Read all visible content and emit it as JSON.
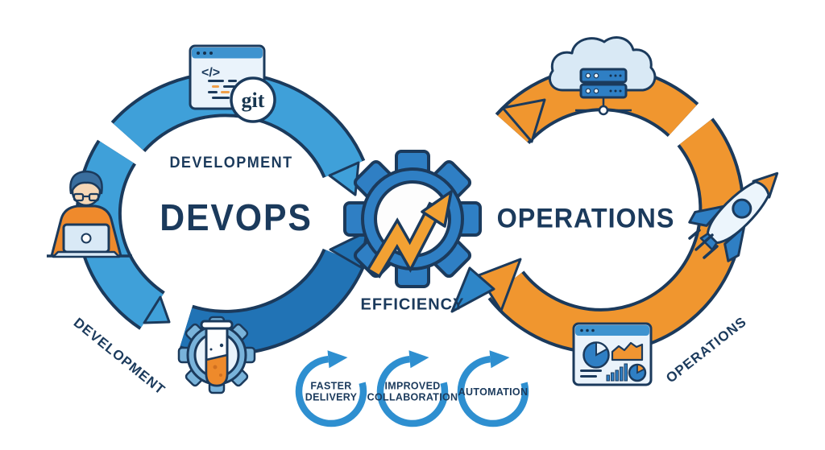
{
  "left_loop": {
    "top_label": "DEVELOPMENT",
    "center_label": "DEVOPS",
    "side_label": "DEVELOPMENT"
  },
  "right_loop": {
    "center_label": "OPERATIONS",
    "side_label": "OPERATIONS"
  },
  "hub": {
    "label": "EFFICIENCY"
  },
  "icons": {
    "git_badge": "git",
    "code_tag": "</>"
  },
  "benefits": [
    {
      "line1": "FASTER",
      "line2": "DELIVERY"
    },
    {
      "line1": "IMPROVED",
      "line2": "COLLABORATION"
    },
    {
      "line1": "AUTOMATION",
      "line2": ""
    }
  ],
  "colors": {
    "light_blue_arc": "#3FA0D9",
    "dark_blue_arc": "#2173B5",
    "orange_arc": "#F0962F",
    "navy_outline": "#1B3A5C",
    "gear_blue": "#2F7FC4",
    "icon_fill_light": "#EAF3FB",
    "accent_orange": "#EE8A2B"
  }
}
